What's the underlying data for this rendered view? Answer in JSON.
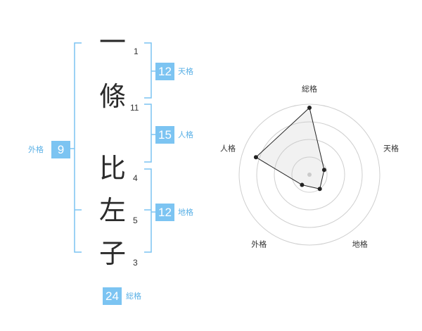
{
  "name": {
    "characters": [
      {
        "char": "一",
        "strokes": "1"
      },
      {
        "char": "條",
        "strokes": "11"
      },
      {
        "char": "",
        "strokes": ""
      },
      {
        "char": "比",
        "strokes": "4"
      },
      {
        "char": "左",
        "strokes": "5"
      },
      {
        "char": "子",
        "strokes": "3"
      }
    ]
  },
  "kakusu": {
    "tenkaku": {
      "value": "12",
      "label": "天格"
    },
    "jinkaku": {
      "value": "15",
      "label": "人格"
    },
    "chikaku": {
      "value": "12",
      "label": "地格"
    },
    "gaikaku": {
      "value": "9",
      "label": "外格"
    },
    "soukaku": {
      "value": "24",
      "label": "総格"
    }
  },
  "colors": {
    "accent": "#7cc4f2",
    "bracket": "#7cc4f2",
    "text": "#2b2b2b"
  },
  "chart_data": {
    "type": "radar",
    "axes": [
      "総格",
      "天格",
      "地格",
      "外格",
      "人格"
    ],
    "values": [
      0.95,
      0.22,
      0.25,
      0.18,
      0.8
    ],
    "rings": 4
  }
}
